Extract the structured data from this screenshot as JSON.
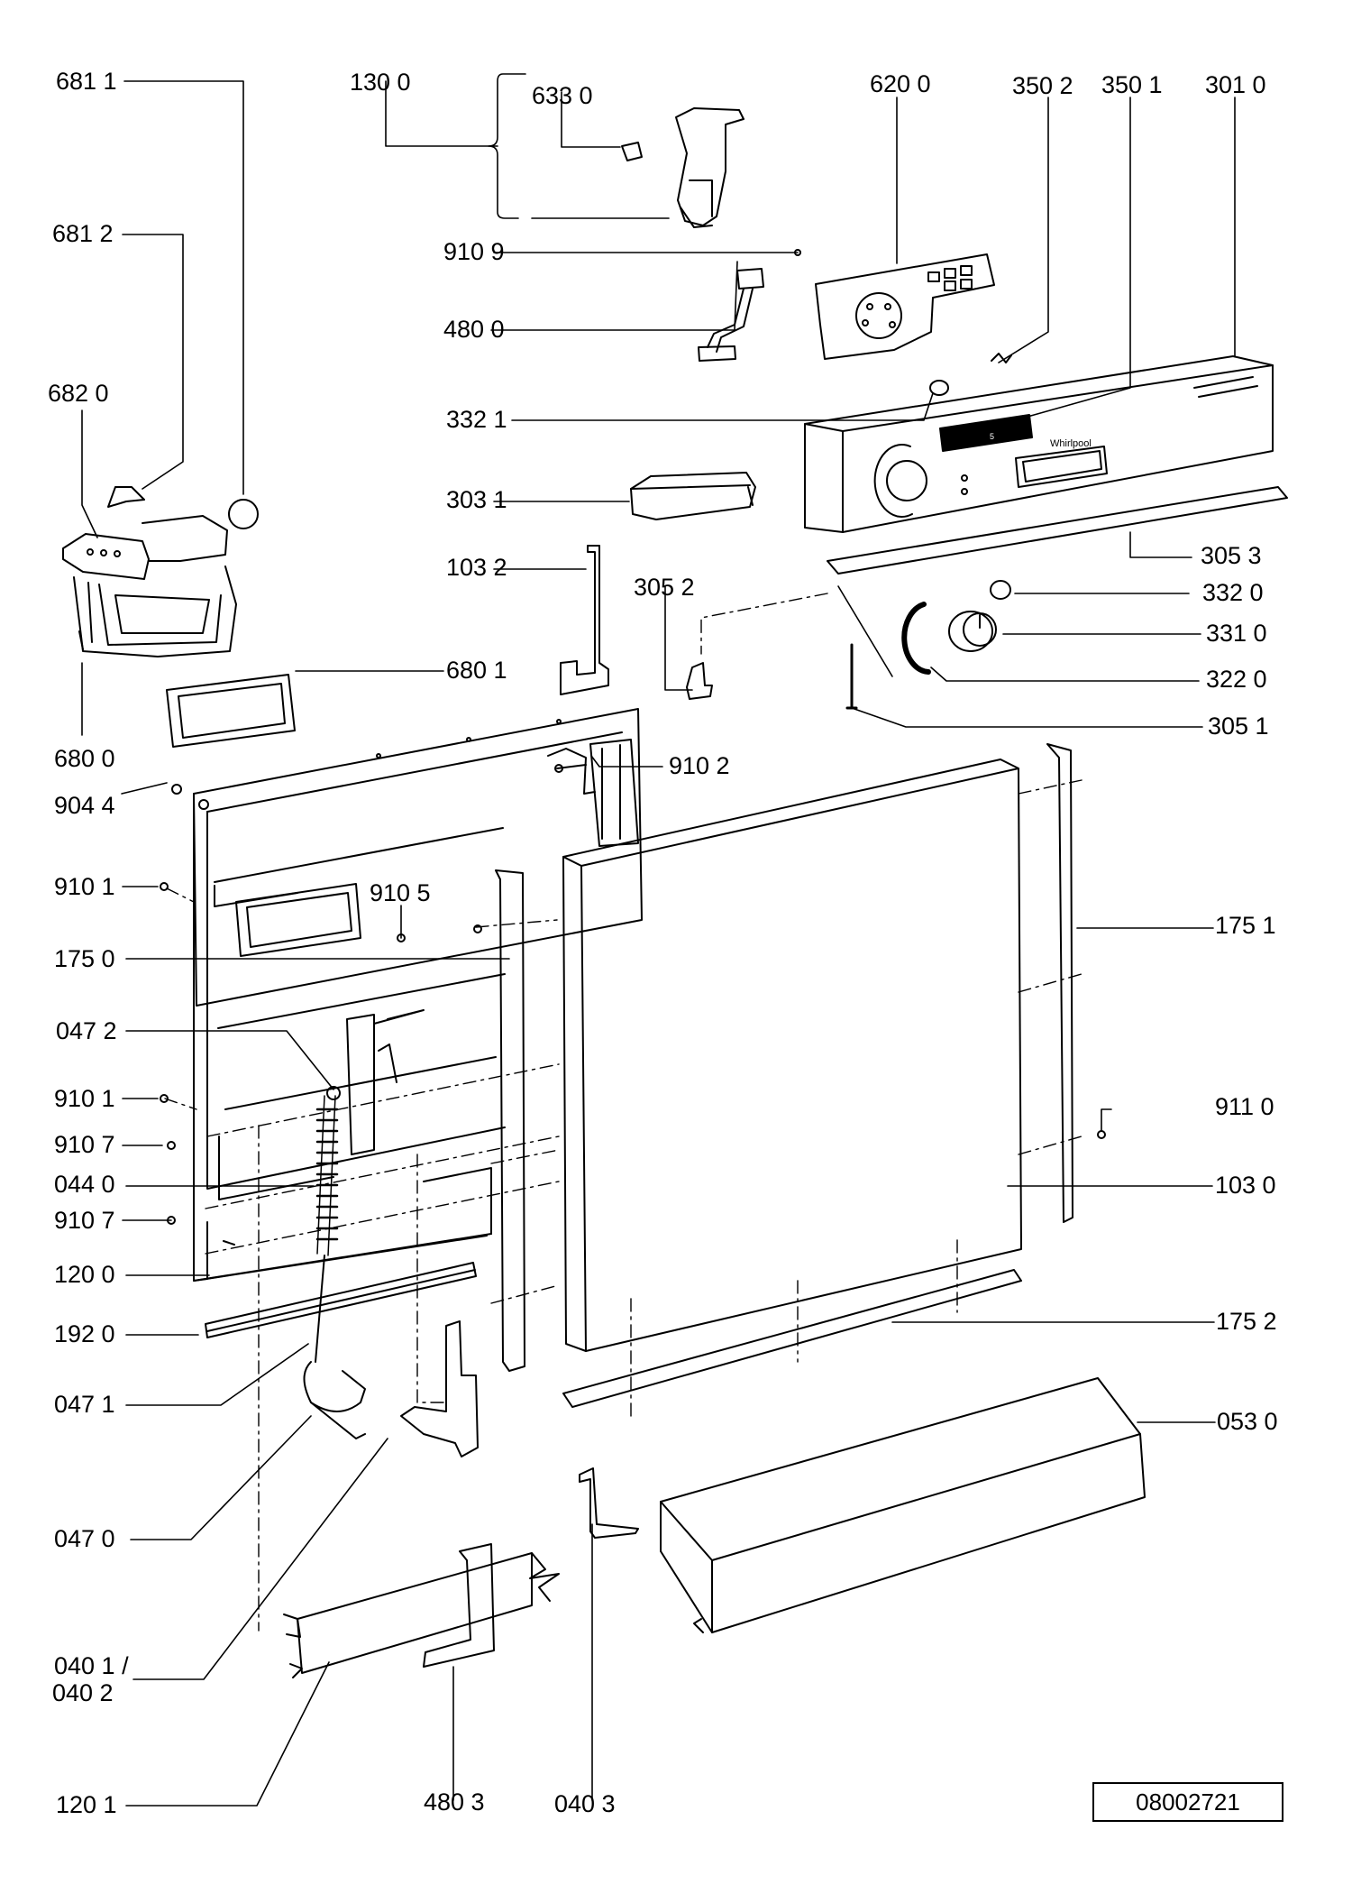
{
  "diagram": {
    "type": "exploded-parts-view",
    "reference_number": "08002721",
    "brand_mark": "Whirlpool",
    "display_digit": "5",
    "parts": [
      {
        "id": "p6811",
        "label": "681 1"
      },
      {
        "id": "p1300",
        "label": "130 0"
      },
      {
        "id": "p6330",
        "label": "633 0"
      },
      {
        "id": "p6200",
        "label": "620 0"
      },
      {
        "id": "p3502",
        "label": "350 2"
      },
      {
        "id": "p3501",
        "label": "350 1"
      },
      {
        "id": "p3010",
        "label": "301 0"
      },
      {
        "id": "p6812",
        "label": "681 2"
      },
      {
        "id": "p9109",
        "label": "910 9"
      },
      {
        "id": "p4800",
        "label": "480 0"
      },
      {
        "id": "p6820",
        "label": "682 0"
      },
      {
        "id": "p3321",
        "label": "332 1"
      },
      {
        "id": "p3031",
        "label": "303 1"
      },
      {
        "id": "p1032",
        "label": "103 2"
      },
      {
        "id": "p3052",
        "label": "305 2"
      },
      {
        "id": "p3053",
        "label": "305 3"
      },
      {
        "id": "p3320",
        "label": "332 0"
      },
      {
        "id": "p3310",
        "label": "331 0"
      },
      {
        "id": "p3220",
        "label": "322 0"
      },
      {
        "id": "p6801",
        "label": "680 1"
      },
      {
        "id": "p3051",
        "label": "305 1"
      },
      {
        "id": "p6800",
        "label": "680 0"
      },
      {
        "id": "p9102",
        "label": "910 2"
      },
      {
        "id": "p9044",
        "label": "904 4"
      },
      {
        "id": "p9101a",
        "label": "910 1"
      },
      {
        "id": "p9105",
        "label": "910 5"
      },
      {
        "id": "p1751",
        "label": "175 1"
      },
      {
        "id": "p1750",
        "label": "175 0"
      },
      {
        "id": "p0472",
        "label": "047 2"
      },
      {
        "id": "p9101b",
        "label": "910 1"
      },
      {
        "id": "p9110",
        "label": "911 0"
      },
      {
        "id": "p9107a",
        "label": "910 7"
      },
      {
        "id": "p0440",
        "label": "044 0"
      },
      {
        "id": "p1030",
        "label": "103 0"
      },
      {
        "id": "p9107b",
        "label": "910 7"
      },
      {
        "id": "p1200",
        "label": "120 0"
      },
      {
        "id": "p1920",
        "label": "192 0"
      },
      {
        "id": "p1752",
        "label": "175 2"
      },
      {
        "id": "p0471",
        "label": "047 1"
      },
      {
        "id": "p0530",
        "label": "053 0"
      },
      {
        "id": "p0470",
        "label": "047 0"
      },
      {
        "id": "p0401a",
        "label": "040 1 /"
      },
      {
        "id": "p0401b",
        "label": "040 2"
      },
      {
        "id": "p1201",
        "label": "120 1"
      },
      {
        "id": "p4803",
        "label": "480 3"
      },
      {
        "id": "p0403",
        "label": "040 3"
      }
    ]
  }
}
